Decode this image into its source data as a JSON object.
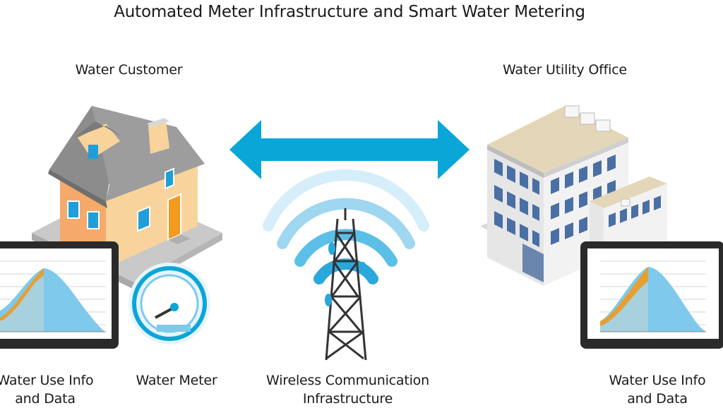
{
  "title": "Automated Meter Infrastructure and Smart Water Metering",
  "customer": {
    "label": "Water Customer"
  },
  "office": {
    "label": "Water Utility Office"
  },
  "left_tablet": {
    "label_line1": "Water Use Info",
    "label_line2": "and Data"
  },
  "meter": {
    "label": "Water Meter"
  },
  "tower": {
    "label_line1": "Wireless Communication",
    "label_line2": "Infrastructure"
  },
  "right_tablet": {
    "label_line1": "Water Use Info",
    "label_line2": "and Data"
  },
  "colors": {
    "arrow": "#0aa6d8",
    "signal": "#3db4e0",
    "chart_fill": "#7ec9ec",
    "chart_line": "#f39a1f",
    "house_wall": "#f5a96b",
    "roof": "#8c8c8c"
  }
}
